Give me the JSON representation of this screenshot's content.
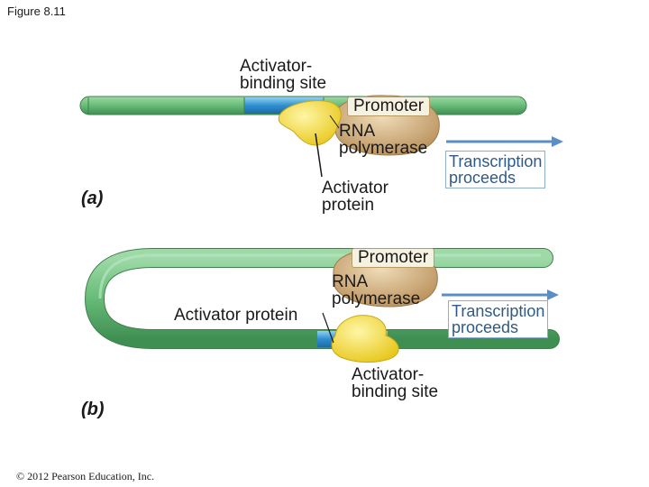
{
  "figure_label": "Figure 8.11",
  "copyright": "© 2012 Pearson Education, Inc.",
  "colors": {
    "dna": "#6cbf7c",
    "binding_site": "#2f8fd0",
    "rna_polymerase": "#c9a877",
    "activator": "#f2d82e",
    "arrow": "#5a8ec6"
  },
  "panel_a": {
    "label": "(a)",
    "activator_binding_site": "Activator-\nbinding site",
    "promoter": "Promoter",
    "rna_polymerase": "RNA\npolymerase",
    "activator_protein": "Activator\nprotein",
    "transcription": "Transcription\nproceeds"
  },
  "panel_b": {
    "label": "(b)",
    "promoter": "Promoter",
    "rna_polymerase": "RNA\npolymerase",
    "activator_protein": "Activator protein",
    "transcription": "Transcription\nproceeds",
    "activator_binding_site": "Activator-\nbinding site"
  }
}
